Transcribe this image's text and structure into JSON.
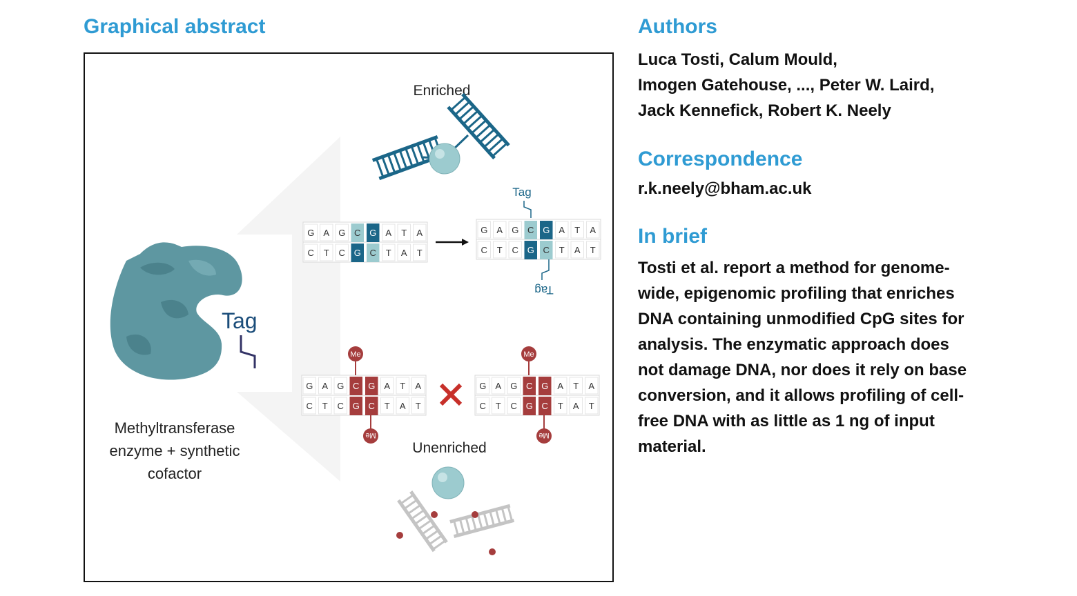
{
  "graphical_abstract": {
    "heading": "Graphical abstract",
    "labels": {
      "enriched": "Enriched",
      "unenriched": "Unenriched",
      "tag_large": "Tag",
      "tag_small": "Tag",
      "tag_small_flipped": "Tag",
      "me": "Me",
      "enzyme_line1": "Methyltransferase",
      "enzyme_line2": "enzyme + synthetic",
      "enzyme_line3": "cofactor"
    },
    "dna_top_strand": [
      "G",
      "A",
      "G",
      "C",
      "G",
      "A",
      "T",
      "A"
    ],
    "dna_bottom_strand": [
      "C",
      "T",
      "C",
      "G",
      "C",
      "T",
      "A",
      "T"
    ],
    "colors": {
      "enzyme": "#5e97a1",
      "dna_dark": "#1b6688",
      "dna_light": "#9ccbcf",
      "methyl": "#a53d3d",
      "cross": "#c7302a",
      "bead": "#9ccbcf",
      "grey_dna": "#bfbfbf"
    },
    "icons": [
      "enzyme-blob-icon",
      "bead-icon",
      "dna-ladder-icon",
      "cross-mark-icon",
      "arrow-right-icon",
      "methyl-group-icon"
    ]
  },
  "authors": {
    "heading": "Authors",
    "lines": [
      "Luca Tosti, Calum Mould,",
      "Imogen Gatehouse, ..., Peter W. Laird,",
      "Jack Kennefick, Robert K. Neely"
    ]
  },
  "correspondence": {
    "heading": "Correspondence",
    "email": "r.k.neely@bham.ac.uk"
  },
  "in_brief": {
    "heading": "In brief",
    "lines": [
      "Tosti et al. report a method for genome-",
      "wide, epigenomic profiling that enriches",
      "DNA containing unmodified CpG sites for",
      "analysis. The enzymatic approach does",
      "not damage DNA, nor does it rely on base",
      "conversion, and it allows profiling of cell-",
      "free DNA with as little as 1 ng of input",
      "material."
    ]
  }
}
